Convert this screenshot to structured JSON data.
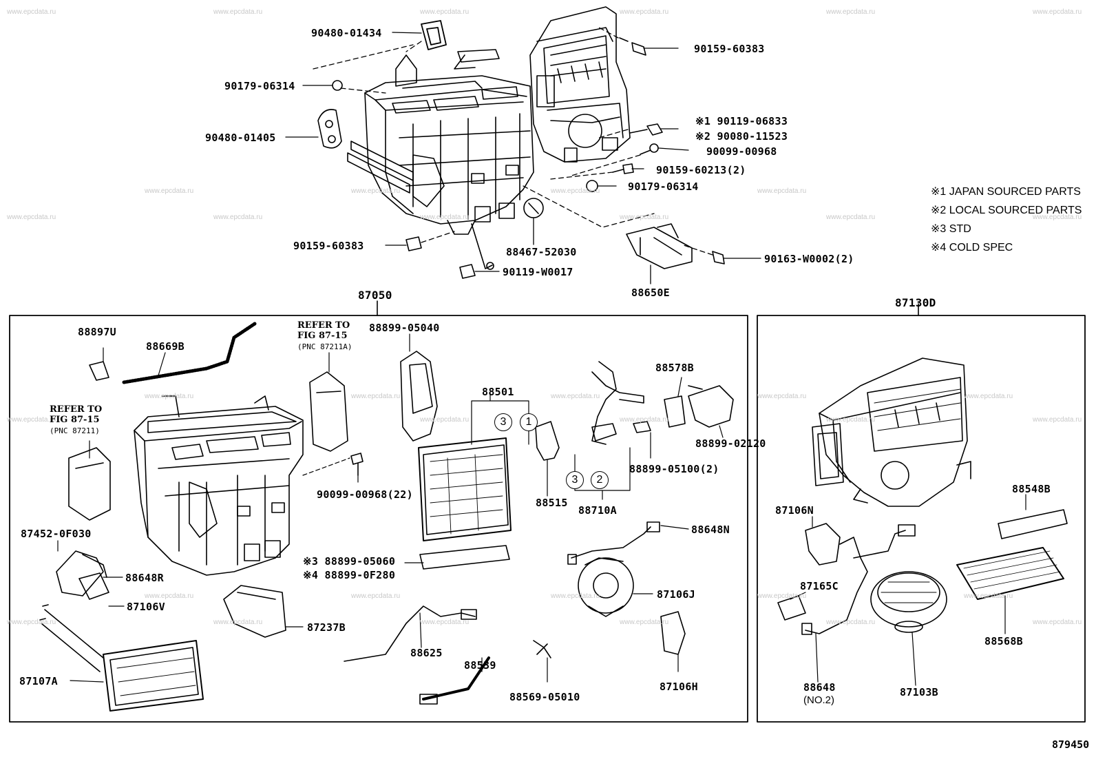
{
  "watermark": "www.epcdata.ru",
  "figure_number": "879450",
  "legend": [
    {
      "mark": "※1",
      "text": "JAPAN SOURCED PARTS"
    },
    {
      "mark": "※2",
      "text": "LOCAL SOURCED PARTS"
    },
    {
      "mark": "※3",
      "text": "STD"
    },
    {
      "mark": "※4",
      "text": "COLD SPEC"
    }
  ],
  "top_parts": {
    "p90480_01434": "90480-01434",
    "p90179_06314_a": "90179-06314",
    "p90480_01405": "90480-01405",
    "p90159_60383_a": "90159-60383",
    "p90119_06833": "※1 90119-06833",
    "p90080_11523": "※2 90080-11523",
    "p90099_00968": "90099-00968",
    "p90159_60213": "90159-60213(2)",
    "p90179_06314_b": "90179-06314",
    "p90159_60383_b": "90159-60383",
    "p88467_52030": "88467-52030",
    "p90119_W0017": "90119-W0017",
    "p90163_W0002": "90163-W0002(2)",
    "p88650E": "88650E"
  },
  "group_87050": {
    "header": "87050",
    "refer_a": {
      "line1": "REFER TO",
      "line2": "FIG 87-15",
      "pnc": "(PNC 87211A)"
    },
    "refer_b": {
      "line1": "REFER TO",
      "line2": "FIG 87-15",
      "pnc": "(PNC 87211)"
    },
    "p88897U": "88897U",
    "p88669B": "88669B",
    "p88899_05040": "88899-05040",
    "p88501": "88501",
    "p88578B": "88578B",
    "p88899_02120": "88899-02120",
    "p88899_05100": "88899-05100(2)",
    "p90099_00968_22": "90099-00968(22)",
    "p88515": "88515",
    "p88710A": "88710A",
    "p87452_0F030": "87452-0F030",
    "p88648R": "88648R",
    "p87106V": "87106V",
    "p88648N": "88648N",
    "p88899_05060": "※3 88899-05060",
    "p88899_0F280": "※4 88899-0F280",
    "p87106J": "87106J",
    "p87237B": "87237B",
    "p88625": "88625",
    "p88539": "88539",
    "p87107A": "87107A",
    "p88569_05010": "88569-05010",
    "p87106H": "87106H",
    "circle_3a": "3",
    "circle_1": "1",
    "circle_3b": "3",
    "circle_2": "2"
  },
  "group_87130D": {
    "header": "87130D",
    "p87106N": "87106N",
    "p88548B": "88548B",
    "p87165C": "87165C",
    "p88568B": "88568B",
    "p88648": "88648",
    "p88648_no2": "(NO.2)",
    "p87103B": "87103B"
  }
}
